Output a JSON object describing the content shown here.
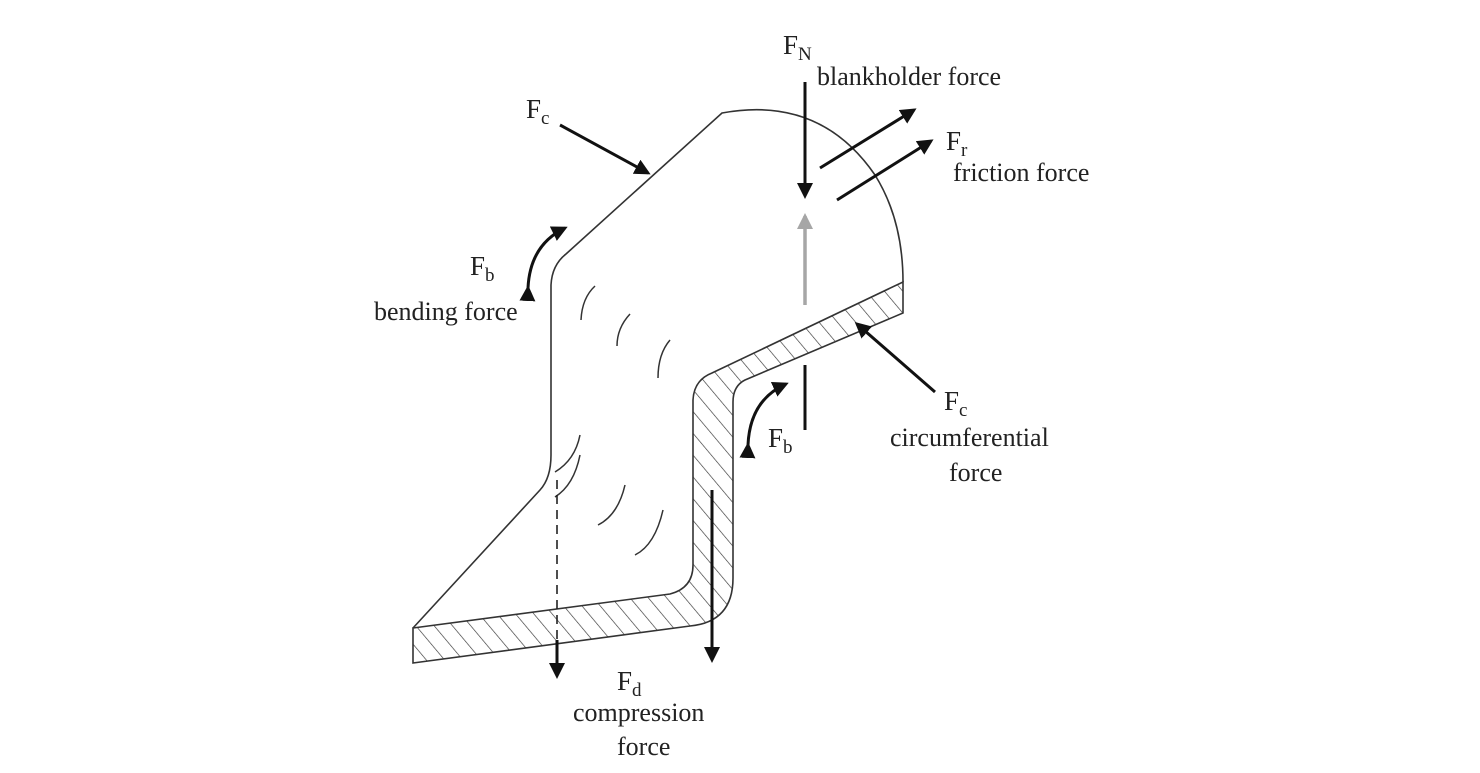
{
  "figure": {
    "forces": {
      "blankholder": {
        "symbol": "F",
        "subscript": "N",
        "label": "blankholder force"
      },
      "friction": {
        "symbol": "F",
        "subscript": "r",
        "label": "friction force"
      },
      "circumferential_top": {
        "symbol": "F",
        "subscript": "c"
      },
      "bending_left": {
        "symbol": "F",
        "subscript": "b",
        "label": "bending force"
      },
      "bending_right": {
        "symbol": "F",
        "subscript": "b"
      },
      "circumferential_right": {
        "symbol": "F",
        "subscript": "c",
        "label_line1": "circumferential",
        "label_line2": "force"
      },
      "compression": {
        "symbol": "F",
        "subscript": "d",
        "label_line1": "compression",
        "label_line2": "force"
      }
    },
    "colors": {
      "line": "#222222",
      "reaction_arrow": "#a6a6a6"
    }
  }
}
